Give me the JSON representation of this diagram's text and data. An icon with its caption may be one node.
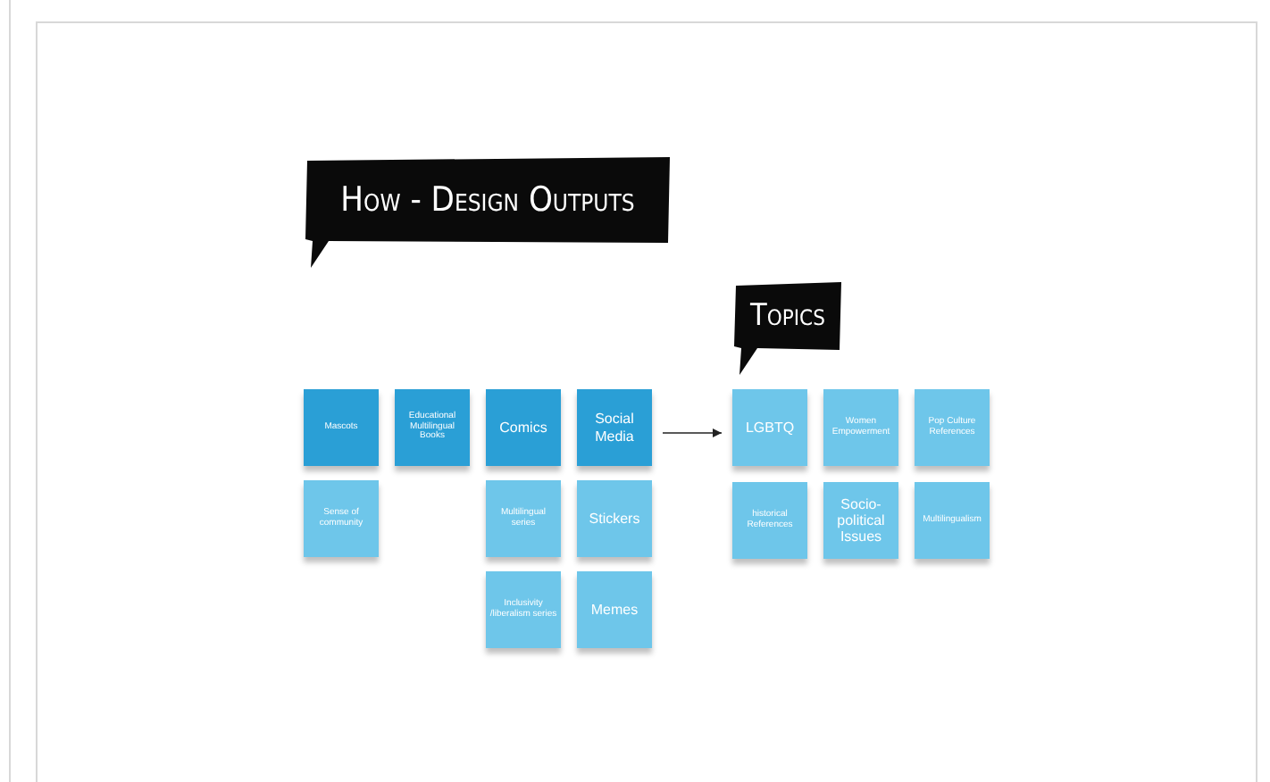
{
  "diagram": {
    "nodes": [
      {
        "text": [
          "How - Design Outputs"
        ]
      },
      {
        "text": [
          "Mascots"
        ]
      },
      {
        "text": [
          "Educational Multilingual Books"
        ]
      },
      {
        "text": [
          "Comics"
        ]
      },
      {
        "text": [
          "Social Media"
        ]
      },
      {
        "text": [
          "Sense of community"
        ]
      },
      {
        "text": [
          "Multilingual series"
        ]
      },
      {
        "text": [
          "Stickers"
        ]
      },
      {
        "text": [
          "Inclusivity /liberalism series"
        ]
      },
      {
        "text": [
          "Memes"
        ]
      },
      {
        "text": [
          "Topics"
        ]
      },
      {
        "text": [
          "LGBTQ"
        ]
      },
      {
        "text": [
          "Women Empowerment"
        ]
      },
      {
        "text": [
          "Pop Culture References"
        ]
      },
      {
        "text": [
          "historical References"
        ]
      },
      {
        "text": [
          "Socio-political Issues"
        ]
      },
      {
        "text": [
          "Multilingualism"
        ]
      }
    ],
    "edges": [
      {
        "from": 4,
        "to": 11,
        "arrow": "to"
      }
    ]
  }
}
